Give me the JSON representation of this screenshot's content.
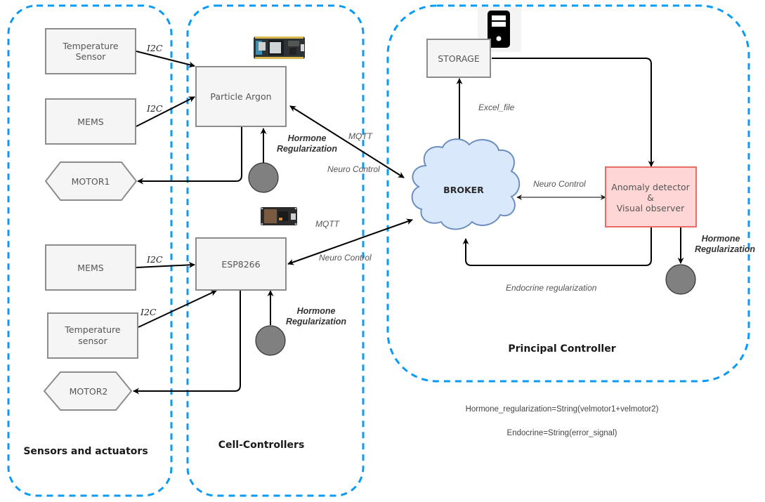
{
  "groups": {
    "sensors": "Sensors and actuators",
    "cells": "Cell-Controllers",
    "principal": "Principal Controller"
  },
  "nodes": {
    "temperature_sensor_1": [
      "Temperature",
      "Sensor"
    ],
    "mems_1": "MEMS",
    "motor1": "MOTOR1",
    "mems_2": "MEMS",
    "temperature_sensor_2": [
      "Temperature",
      "sensor"
    ],
    "motor2": "MOTOR2",
    "particle_argon": "Particle Argon",
    "esp8266": "ESP8266",
    "storage": "STORAGE",
    "broker": "BROKER",
    "anomaly_detector": [
      "Anomaly detector",
      "&",
      "Visual observer"
    ]
  },
  "edge_labels": {
    "i2c_temp1": "I2C",
    "i2c_mems1": "I2C",
    "i2c_mems2": "I2C",
    "i2c_temp2": "I2C",
    "mqtt_argon": "MQTT",
    "neuro_argon": "Neuro Control",
    "mqtt_esp": "MQTT",
    "neuro_esp": "Neuro Control",
    "excel_file": "Excel_file",
    "neuro_anomaly": "Neuro Control",
    "endocrine": "Endocrine regularization",
    "hormone_argon": [
      "Hormone",
      "Regularization"
    ],
    "hormone_esp": [
      "Hormone",
      "Regularization"
    ],
    "hormone_principal": [
      "Hormone",
      "Regularization"
    ]
  },
  "notes": {
    "hormone_formula": "Hormone_regularization=String(velmotor1+velmotor2)",
    "endocrine_formula": "Endocrine=String(error_signal)"
  },
  "icons": {
    "argon_board": "particle-argon-board-icon",
    "esp_board": "esp8266-board-icon",
    "server": "server-icon"
  },
  "colors": {
    "group_border": "#0a9af5",
    "broker_fill": "#dae8fc",
    "broker_stroke": "#6c8ebf",
    "anomaly_fill": "#ffd6d6",
    "anomaly_stroke": "#ea6b66",
    "hormone_node": "#808080"
  }
}
